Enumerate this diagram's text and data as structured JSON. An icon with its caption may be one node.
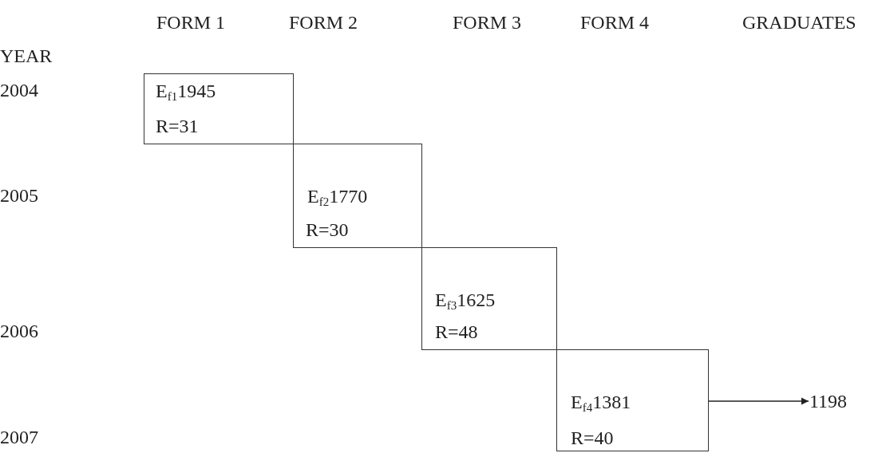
{
  "diagram": {
    "nodes": [
      {
        "text": [
          "E$_{f1}$1945",
          "R=31"
        ]
      },
      {
        "text": [
          "E$_{f2}$1770",
          "R=30"
        ]
      },
      {
        "text": [
          "E$_{f3}$1625",
          "R=48"
        ]
      },
      {
        "text": [
          "E$_{f4}$1381",
          "R=40"
        ]
      },
      {
        "text": [
          "1198"
        ]
      }
    ],
    "edges": [
      {
        "from": 3,
        "to": 4,
        "arrow": "to"
      }
    ],
    "labels": [
      "FORM 1",
      "FORM 2",
      "FORM 3",
      "FORM 4",
      "GRADUATES",
      "YEAR",
      "2004",
      "2005",
      "2006",
      "2007"
    ]
  }
}
